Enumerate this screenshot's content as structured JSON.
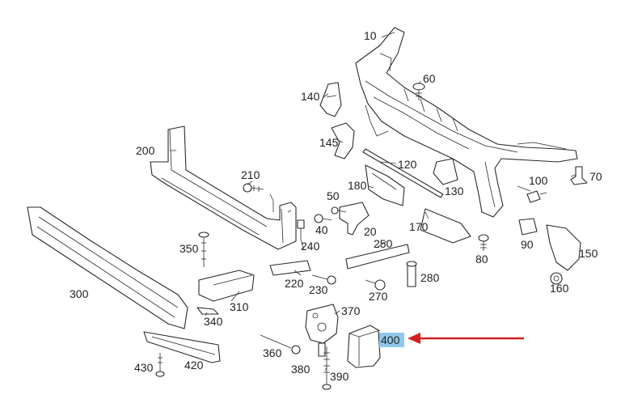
{
  "diagram": {
    "labels": {
      "p10": "10",
      "p20": "20",
      "p40": "40",
      "p50": "50",
      "p60": "60",
      "p70": "70",
      "p80": "80",
      "p90": "90",
      "p100": "100",
      "p120": "120",
      "p130": "130",
      "p140": "140",
      "p145": "145",
      "p150": "150",
      "p160": "160",
      "p170": "170",
      "p180": "180",
      "p200": "200",
      "p210": "210",
      "p220": "220",
      "p230": "230",
      "p240": "240",
      "p250": "250",
      "p270": "270",
      "p280": "280",
      "p300": "300",
      "p310": "310",
      "p340": "340",
      "p350": "350",
      "p360": "360",
      "p370": "370",
      "p380": "380",
      "p390": "390",
      "p400": "400",
      "p420": "420",
      "p430": "430"
    },
    "highlight": {
      "part": "400",
      "box_color": "#8fc8ea",
      "arrow_color": "#d42020"
    }
  }
}
